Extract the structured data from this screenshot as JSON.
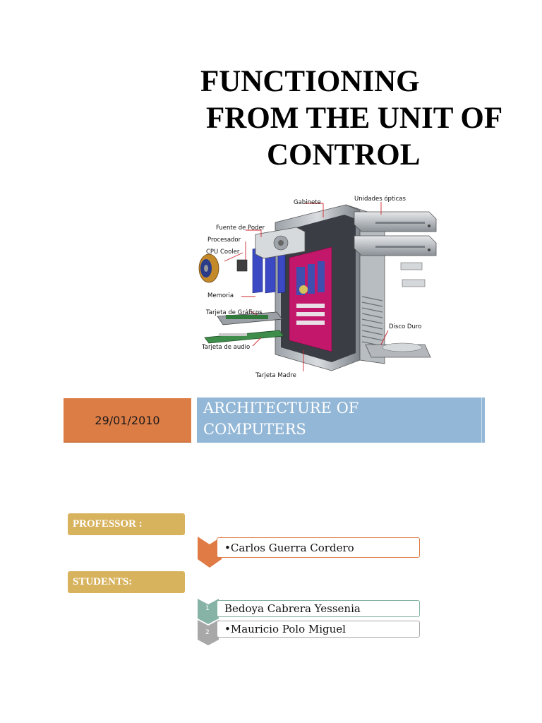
{
  "title": {
    "line1": "FUNCTIONING",
    "line2": "FROM THE UNIT OF",
    "line3": "CONTROL"
  },
  "diagram": {
    "labels": {
      "gabinete": "Gabinete",
      "unidades_opticas": "Unidades ópticas",
      "fuente_de_poder": "Fuente de Poder",
      "procesador": "Procesador",
      "cpu_cooler": "CPU Cooler",
      "memoria": "Memoria",
      "tarjeta_de_graficos": "Tarjeta de Gráficos",
      "disco_duro": "Disco Duro",
      "tarjeta_de_audio": "Tarjeta de audio",
      "tarjeta_madre": "Tarjeta Madre"
    }
  },
  "banner": {
    "date": "29/01/2010",
    "course_line1": "ARCHITECTURE OF",
    "course_line2": "COMPUTERS"
  },
  "professor": {
    "label": "PROFESSOR  :",
    "name": "•Carlos Guerra Cordero"
  },
  "students": {
    "label": "STUDENTS:",
    "list": [
      {
        "number": "1",
        "name": "Bedoya Cabrera Yessenia"
      },
      {
        "number": "2",
        "name": "•Mauricio Polo Miguel"
      }
    ]
  },
  "colors": {
    "orange": "#dd7d46",
    "blue": "#93b7d6",
    "gold": "#d8b35e",
    "teal": "#87b3a6",
    "grey": "#a8a8a8"
  }
}
